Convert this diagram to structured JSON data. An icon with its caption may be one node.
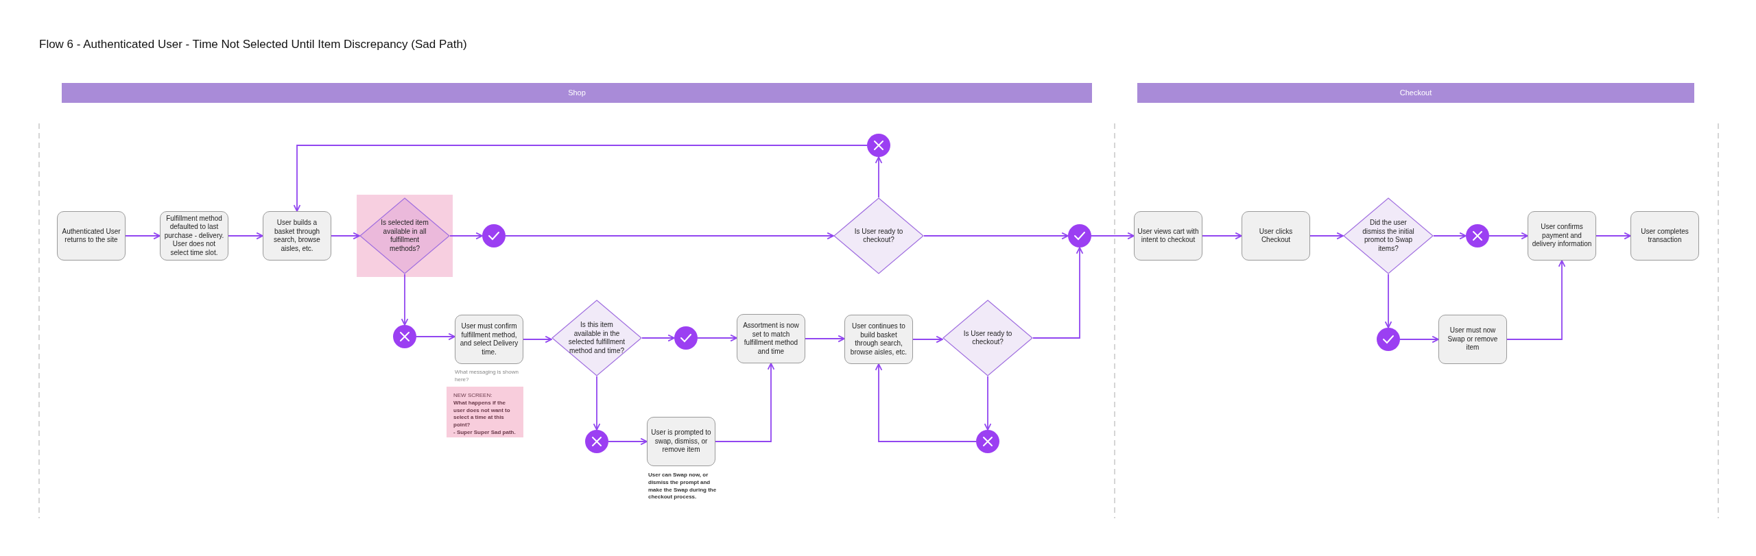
{
  "diagram": {
    "title": "Flow 6 - Authenticated User - Time Not Selected Until Item Discrepancy (Sad Path)",
    "nodes": [
      {
        "text": [
          "Shop"
        ]
      },
      {
        "text": [
          "Checkout"
        ]
      },
      {
        "text": [
          "Authenticated User returns to the site"
        ]
      },
      {
        "text": [
          "Fulfillment method defaulted to last purchase - delivery. User does not select time slot."
        ]
      },
      {
        "text": [
          "User builds a basket through search, browse aisles, etc."
        ]
      },
      {
        "text": [
          "Is selected item available in all fulfillment methods?"
        ]
      },
      {
        "text": [],
        "shape": "circle"
      },
      {
        "text": [],
        "shape": "circle"
      },
      {
        "text": [
          "User must confirm fulfillment method, and select Delivery time."
        ],
        "beside": [
          "What messaging is shown here?"
        ]
      },
      {
        "text": [
          "NEW SCREEN:",
          "What happens if the user does not want to select a time at this point?",
          "- Super Super Sad path."
        ]
      },
      {
        "text": [
          "Is this item available in the selected fulfillment method and time?"
        ]
      },
      {
        "text": [],
        "shape": "circle"
      },
      {
        "text": [
          "Assortment is now set to match fulfillment method and time"
        ]
      },
      {
        "text": [],
        "shape": "circle"
      },
      {
        "text": [
          "User is prompted to swap, dismiss, or remove item"
        ],
        "beside": [
          "User can Swap now, or dismiss the prompt and make the Swap during the checkout process."
        ]
      },
      {
        "text": [
          "User continues to build basket through search, browse aisles, etc."
        ]
      },
      {
        "text": [
          "Is User ready to checkout?"
        ]
      },
      {
        "text": [],
        "shape": "circle"
      },
      {
        "text": [
          "Is User ready to checkout?"
        ]
      },
      {
        "text": [],
        "shape": "circle"
      },
      {
        "text": [],
        "shape": "circle"
      },
      {
        "text": [
          "User views cart with intent to checkout"
        ]
      },
      {
        "text": [
          "User clicks Checkout"
        ]
      },
      {
        "text": [
          "Did the user dismiss the initial promot to Swap items?"
        ]
      },
      {
        "text": [],
        "shape": "circle"
      },
      {
        "text": [],
        "shape": "circle"
      },
      {
        "text": [
          "User must now Swap or remove item"
        ]
      },
      {
        "text": [
          "User confirms payment and delivery information"
        ]
      },
      {
        "text": [
          "User completes transaction"
        ]
      }
    ],
    "edges": [
      {
        "from": 2,
        "to": 3,
        "arrow": "to"
      },
      {
        "from": 3,
        "to": 4,
        "arrow": "to"
      },
      {
        "from": 4,
        "to": 5,
        "arrow": "to"
      },
      {
        "from": 5,
        "to": 6,
        "arrow": "to"
      },
      {
        "from": 6,
        "to": 18,
        "arrow": "to"
      },
      {
        "from": 18,
        "to": 19,
        "arrow": "to"
      },
      {
        "from": 19,
        "to": 4,
        "arrow": "to"
      },
      {
        "from": 18,
        "to": 20,
        "arrow": "to"
      },
      {
        "from": 5,
        "to": 7,
        "arrow": "to"
      },
      {
        "from": 7,
        "to": 8,
        "arrow": "to"
      },
      {
        "from": 8,
        "to": 10,
        "arrow": "to"
      },
      {
        "from": 10,
        "to": 11,
        "arrow": "to"
      },
      {
        "from": 11,
        "to": 12,
        "arrow": "to"
      },
      {
        "from": 10,
        "to": 13,
        "arrow": "to"
      },
      {
        "from": 13,
        "to": 14,
        "arrow": "to"
      },
      {
        "from": 14,
        "to": 12,
        "arrow": "to"
      },
      {
        "from": 12,
        "to": 15,
        "arrow": "to"
      },
      {
        "from": 15,
        "to": 16,
        "arrow": "to"
      },
      {
        "from": 16,
        "to": 17,
        "arrow": "to"
      },
      {
        "from": 17,
        "to": 15,
        "arrow": "to"
      },
      {
        "from": 16,
        "to": 20,
        "arrow": "to"
      },
      {
        "from": 20,
        "to": 21,
        "arrow": "to"
      },
      {
        "from": 21,
        "to": 22,
        "arrow": "to"
      },
      {
        "from": 22,
        "to": 23,
        "arrow": "to"
      },
      {
        "from": 23,
        "to": 24,
        "arrow": "to"
      },
      {
        "from": 24,
        "to": 27,
        "arrow": "to"
      },
      {
        "from": 27,
        "to": 28,
        "arrow": "to"
      },
      {
        "from": 23,
        "to": 25,
        "arrow": "to"
      },
      {
        "from": 25,
        "to": 26,
        "arrow": "to"
      },
      {
        "from": 26,
        "to": 27,
        "arrow": "to"
      }
    ]
  }
}
